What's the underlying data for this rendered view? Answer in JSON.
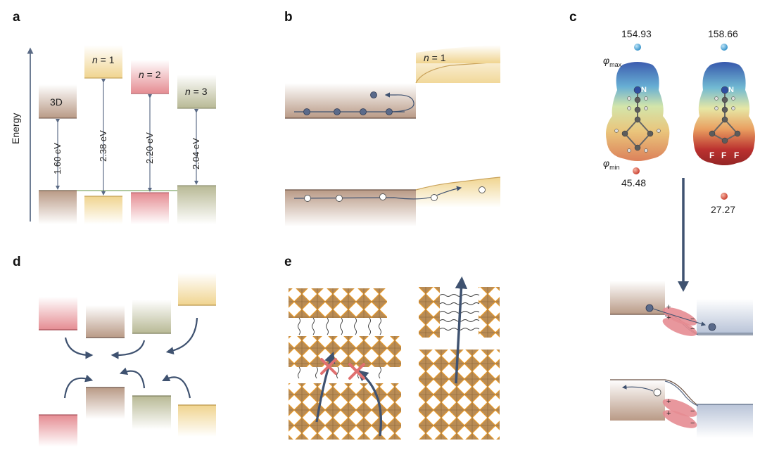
{
  "panels": {
    "a": "a",
    "b": "b",
    "c": "c",
    "d": "d",
    "e": "e"
  },
  "panel_a": {
    "axis_label": "Energy",
    "blocks": [
      {
        "label": "3D",
        "gap": "1.60 eV",
        "color_top": "#b99a86",
        "color_bottom": "#b99a86"
      },
      {
        "label_italic": "n",
        "label_rest": " = 1",
        "gap": "2.38 eV",
        "color_top": "#f3dca0",
        "color_bottom": "#f3dca0"
      },
      {
        "label_italic": "n",
        "label_rest": " = 2",
        "gap": "2.20 eV",
        "color_top": "#e79a9e",
        "color_bottom": "#e79a9e"
      },
      {
        "label_italic": "n",
        "label_rest": " = 3",
        "gap": "2.04 eV",
        "color_top": "#c9cab0",
        "color_bottom": "#c9cab0"
      }
    ]
  },
  "panel_b": {
    "label_italic": "n",
    "label_rest": " = 1"
  },
  "panel_c": {
    "left_top_value": "154.93",
    "right_top_value": "158.66",
    "left_bottom_value": "45.48",
    "right_bottom_value": "27.27",
    "phi_max": "φ",
    "phi_max_sub": "max",
    "phi_min": "φ",
    "phi_min_sub": "min",
    "atom_n": "N",
    "atom_f": "F",
    "plus": "+",
    "minus": "−"
  },
  "colors": {
    "brown": "#b99a86",
    "yellow": "#f3dca0",
    "pink": "#e79a9e",
    "sage": "#c9cab0",
    "navy": "#3f5270",
    "blue_grey": "#c9d2e2"
  }
}
